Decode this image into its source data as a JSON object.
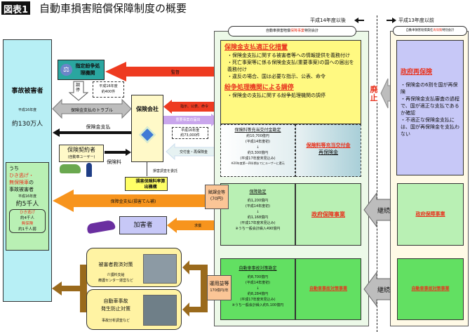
{
  "title": {
    "badge": "図表1",
    "text": "自動車損害賠償保障制度の概要"
  },
  "period": {
    "after": "平成14年度以後",
    "before": "平成13年度以前",
    "abolished": "廃止",
    "continued": "継続"
  },
  "victims": {
    "title": "事故被害者",
    "year": "平成16年度",
    "count": "約130万人",
    "sub": {
      "prefix": "うち",
      "hit_and_run": "ひき逃げ・",
      "uninsured": "無保険車",
      "suffix": "の",
      "line": "事故被害者",
      "year": "平成16年度",
      "count": "約5千人",
      "hr_label": "ひき逃げ",
      "hr_count": "約4千人",
      "un_label": "無保険",
      "un_count": "約1千人弱"
    }
  },
  "dispute_body": {
    "name": "指定紛争処理機関",
    "mediation": "調停",
    "year": "平成16年度",
    "count": "約400件"
  },
  "trouble": "保険金支払のトラブル",
  "insurance_payment": "保険金支払",
  "insurer": "保険会社",
  "policyholder": {
    "name": "保険契約者",
    "sub": "(自動車ユーザー)",
    "premium": "保険料"
  },
  "survey": {
    "delegate": "損害調査を委託",
    "org": "損害保険料率算出機構"
  },
  "arrows": {
    "supervision": "監督",
    "orders": "指示、公表、命令",
    "report": "重要事案の届出",
    "report_year": "平成16年度",
    "report_count": "約73,000件",
    "grants": "交付金・再保険金",
    "compensation": "保障金支払(損害てん補)",
    "recourse": "求償"
  },
  "offender": "加害者",
  "new_account": {
    "header_pre": "自動車損害賠償",
    "header_red": "保障事業",
    "header_post": "特別会計",
    "measures": {
      "title1": "保険金支払適正化措置",
      "items": [
        "・保険金支払に関する被害者等への情報提供を義務付け",
        "・死亡事案等に係る保険金支払(重要事案)の国への届出を義務付け",
        "・違反の場合、国は必要な指示、公表、命令"
      ],
      "title2": "紛争処理機関による調停",
      "item2": "・保険金の支払に関する紛争処理機関の調停"
    },
    "premium_account": {
      "title": "保険料等充当交付金勘定",
      "v1": "約10,700億円",
      "v1_note": "(平成14年度初)",
      "arrow": "↓",
      "v2": "約3,300億円",
      "v2_note": "(平成17年度末見込み)",
      "note": "※20年度第一四半期までにユーザーに還元",
      "right_title": "保険料等充当交付金",
      "right_sub": "再保険金"
    },
    "guarantee_account": {
      "title": "保障勘定",
      "v1": "約1,200億円",
      "v1_note": "(平成14年度初)",
      "arrow": "↓",
      "v2": "約1,168億円",
      "v2_note": "(平成17年度末見込み)",
      "note": "※うち一般会計繰入490億円",
      "business": "政府保障事業"
    },
    "levy": {
      "label": "賦課金等",
      "amount": "(70円)"
    },
    "accident_account": {
      "title": "自動車事故対策勘定",
      "v1": "約8,700億円",
      "v1_note": "(平成14年度初)",
      "arrow": "↓",
      "v2": "約8,284億円",
      "v2_note": "(平成17年度末見込み)",
      "note": "※うち一般会計繰入約5,100億円",
      "business": "自動車事故対策事業"
    },
    "returns": {
      "label": "運用益等",
      "amount": "170億円/年"
    }
  },
  "relief": {
    "title": "被害者救済対策",
    "l1": "介護料支給",
    "l2": "療護センター運営など"
  },
  "prevention": {
    "title1": "自動車事故",
    "title2": "発生防止対策",
    "l1": "事故分析調査など"
  },
  "old_account": {
    "header_pre": "自動車損害賠償責任",
    "header_red": "再保険",
    "header_post": "特別会計",
    "reins": {
      "title": "政府再保険",
      "items": [
        "・保険金の6割を国が再保険",
        "・再保険金支払審査の過程で、国が適正な支払であるか確認",
        "・不適正な保険金支払には、国が再保険金を支払わない"
      ]
    },
    "guarantee": "政府保障事業",
    "accident": "自動車事故対策事業"
  },
  "colors": {
    "red": "#e8331e",
    "orange": "#f7941d",
    "brown": "#9a6a1c",
    "purple": "#c9a6ec",
    "teal": "#2aa6a0"
  }
}
